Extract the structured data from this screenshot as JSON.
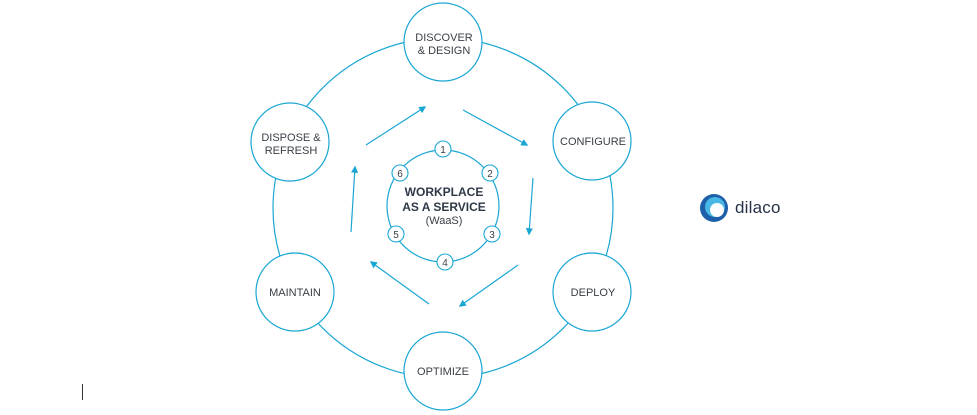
{
  "colors": {
    "accent": "#1aa6d3",
    "stroke": "#1aa6d3",
    "text": "#3a4048",
    "title": "#2f3a48",
    "logo_dark": "#27324a"
  },
  "center": {
    "title_line1": "WORKPLACE",
    "title_line2": "AS A SERVICE",
    "subtitle": "(WaaS)"
  },
  "stages": [
    {
      "line1": "DISCOVER",
      "line2": "& DESIGN"
    },
    {
      "line1": "CONFIGURE",
      "line2": ""
    },
    {
      "line1": "DEPLOY",
      "line2": ""
    },
    {
      "line1": "OPTIMIZE",
      "line2": ""
    },
    {
      "line1": "MAINTAIN",
      "line2": ""
    },
    {
      "line1": "DISPOSE &",
      "line2": "REFRESH"
    }
  ],
  "step_numbers": [
    "1",
    "2",
    "3",
    "4",
    "5",
    "6"
  ],
  "logo": {
    "text": "dilaco",
    "icon": "dilaco-logo-icon"
  }
}
